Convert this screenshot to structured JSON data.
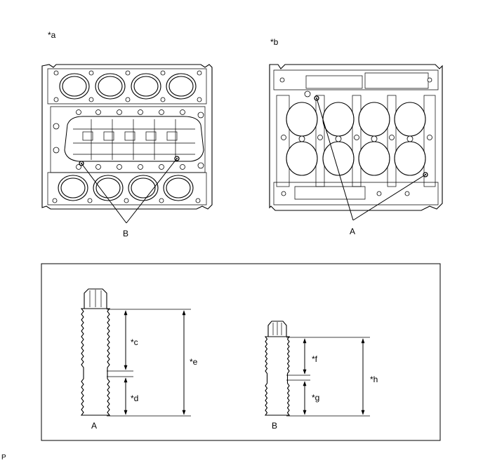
{
  "figure": {
    "view_a_label": "*a",
    "view_b_label": "*b",
    "callout_a": "A",
    "callout_b": "B",
    "stud_a": {
      "name": "A",
      "dim_upper": "*c",
      "dim_lower": "*d",
      "dim_total": "*e"
    },
    "stud_b": {
      "name": "B",
      "dim_upper": "*f",
      "dim_lower": "*g",
      "dim_total": "*h"
    },
    "corner_code": "P"
  }
}
